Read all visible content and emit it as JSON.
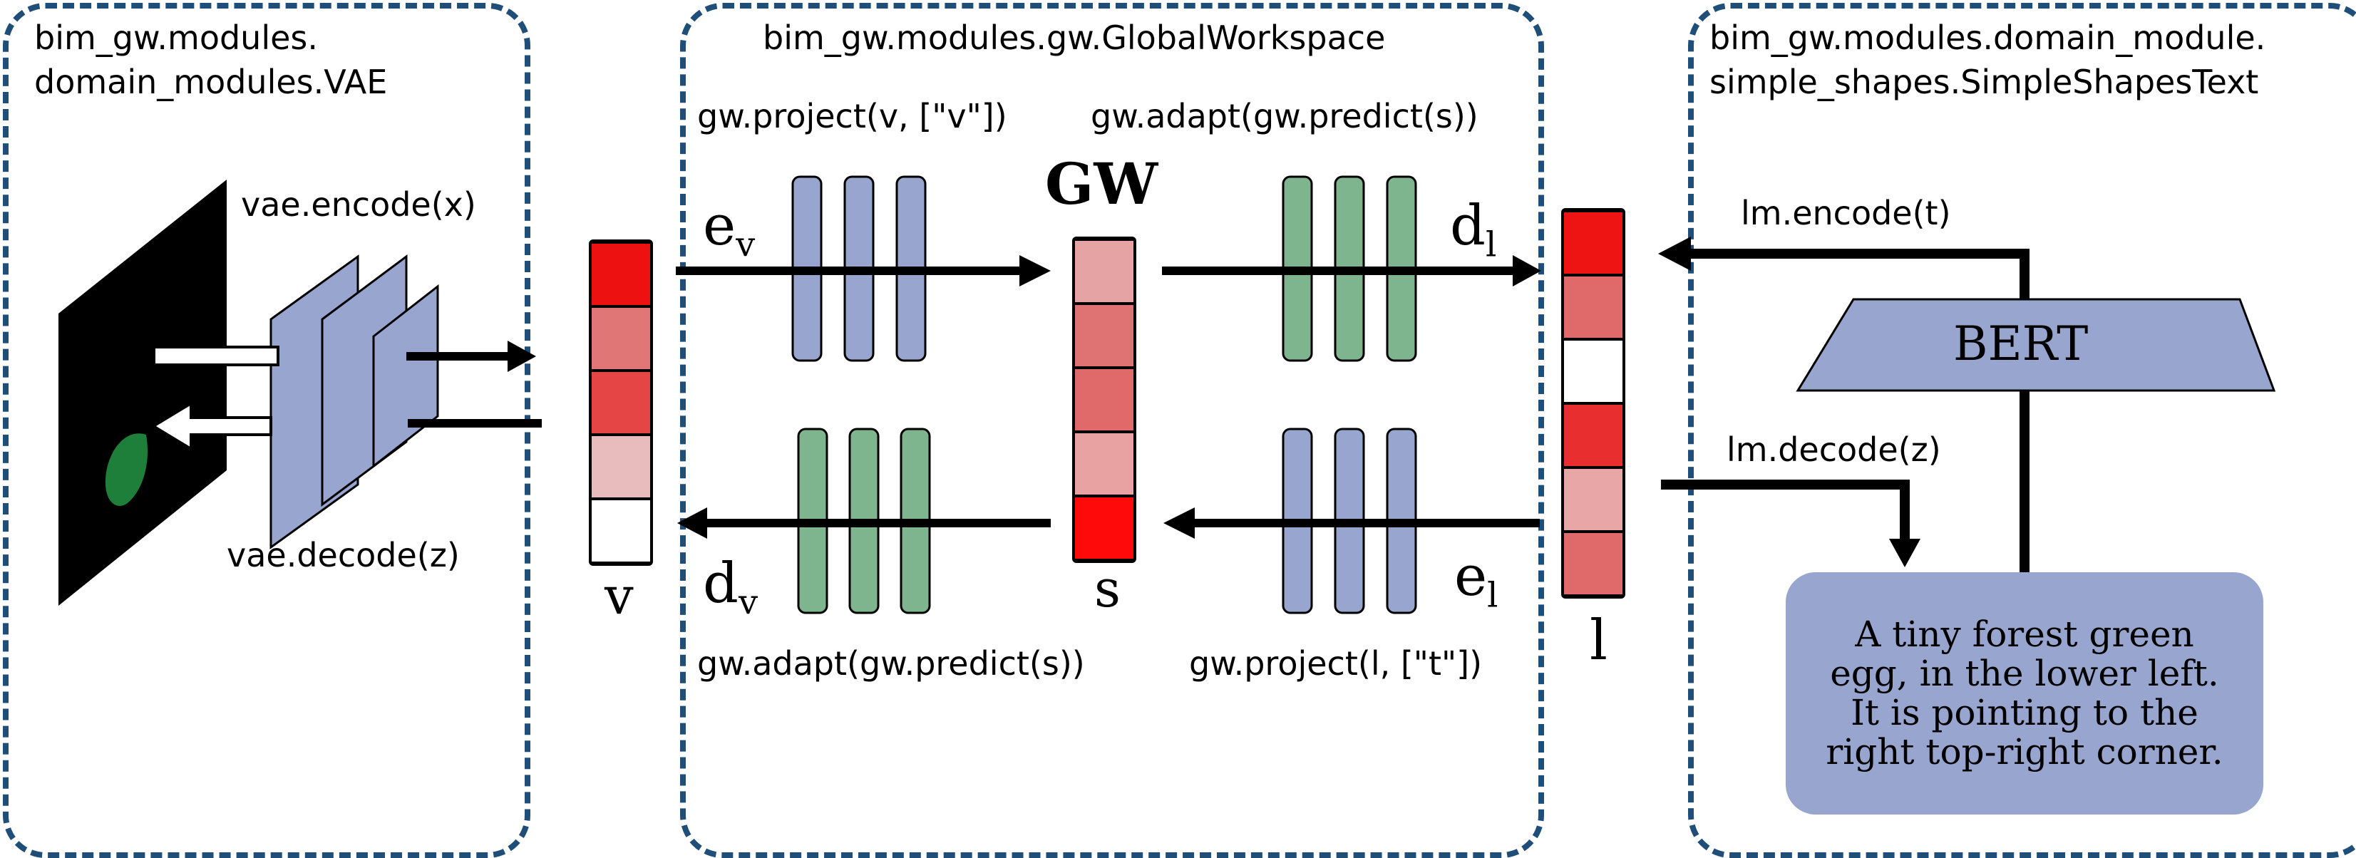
{
  "panels": {
    "vae": {
      "title_line1": "bim_gw.modules.",
      "title_line2": "domain_modules.VAE"
    },
    "gw": {
      "title": "bim_gw.modules.gw.GlobalWorkspace"
    },
    "text": {
      "title_line1": "bim_gw.modules.domain_module.",
      "title_line2": "simple_shapes.SimpleShapesText"
    }
  },
  "vae_labels": {
    "encode": "vae.encode(x)",
    "decode": "vae.decode(z)"
  },
  "gw_labels": {
    "project_v": "gw.project(v, [\"v\"])",
    "adapt_top": "gw.adapt(gw.predict(s))",
    "adapt_bottom": "gw.adapt(gw.predict(s))",
    "project_l": "gw.project(l, [\"t\"])",
    "gw_title": "GW",
    "s": "s",
    "e_v": "e",
    "e_v_sub": "v",
    "d_l": "d",
    "d_l_sub": "l",
    "d_v": "d",
    "d_v_sub": "v",
    "e_l": "e",
    "e_l_sub": "l"
  },
  "vectors": {
    "v": {
      "label": "v",
      "cells": [
        "#ee1111",
        "#e07676",
        "#e64545",
        "#e8bcbc",
        "#ffffff"
      ]
    },
    "s": {
      "cells": [
        "#e6a3a3",
        "#df7272",
        "#e06a6a",
        "#e9a2a2",
        "#ff0a0a"
      ]
    },
    "l": {
      "label": "l",
      "cells": [
        "#ee1414",
        "#e06a6a",
        "#ffffff",
        "#e82e2e",
        "#e9a6a6",
        "#e06a6a"
      ]
    }
  },
  "text_labels": {
    "lm_encode": "lm.encode(t)",
    "lm_decode": "lm.decode(z)",
    "bert": "BERT",
    "caption_lines": [
      "A tiny forest green",
      "egg, in the lower left.",
      "It is pointing to the",
      "right top-right corner."
    ]
  },
  "colors": {
    "panel_border": "#1f4e79",
    "encoder_blue": "#97a5cf",
    "decoder_green": "#7fb58e",
    "shape_green": "#1e7f3a",
    "arrow": "#000000"
  }
}
